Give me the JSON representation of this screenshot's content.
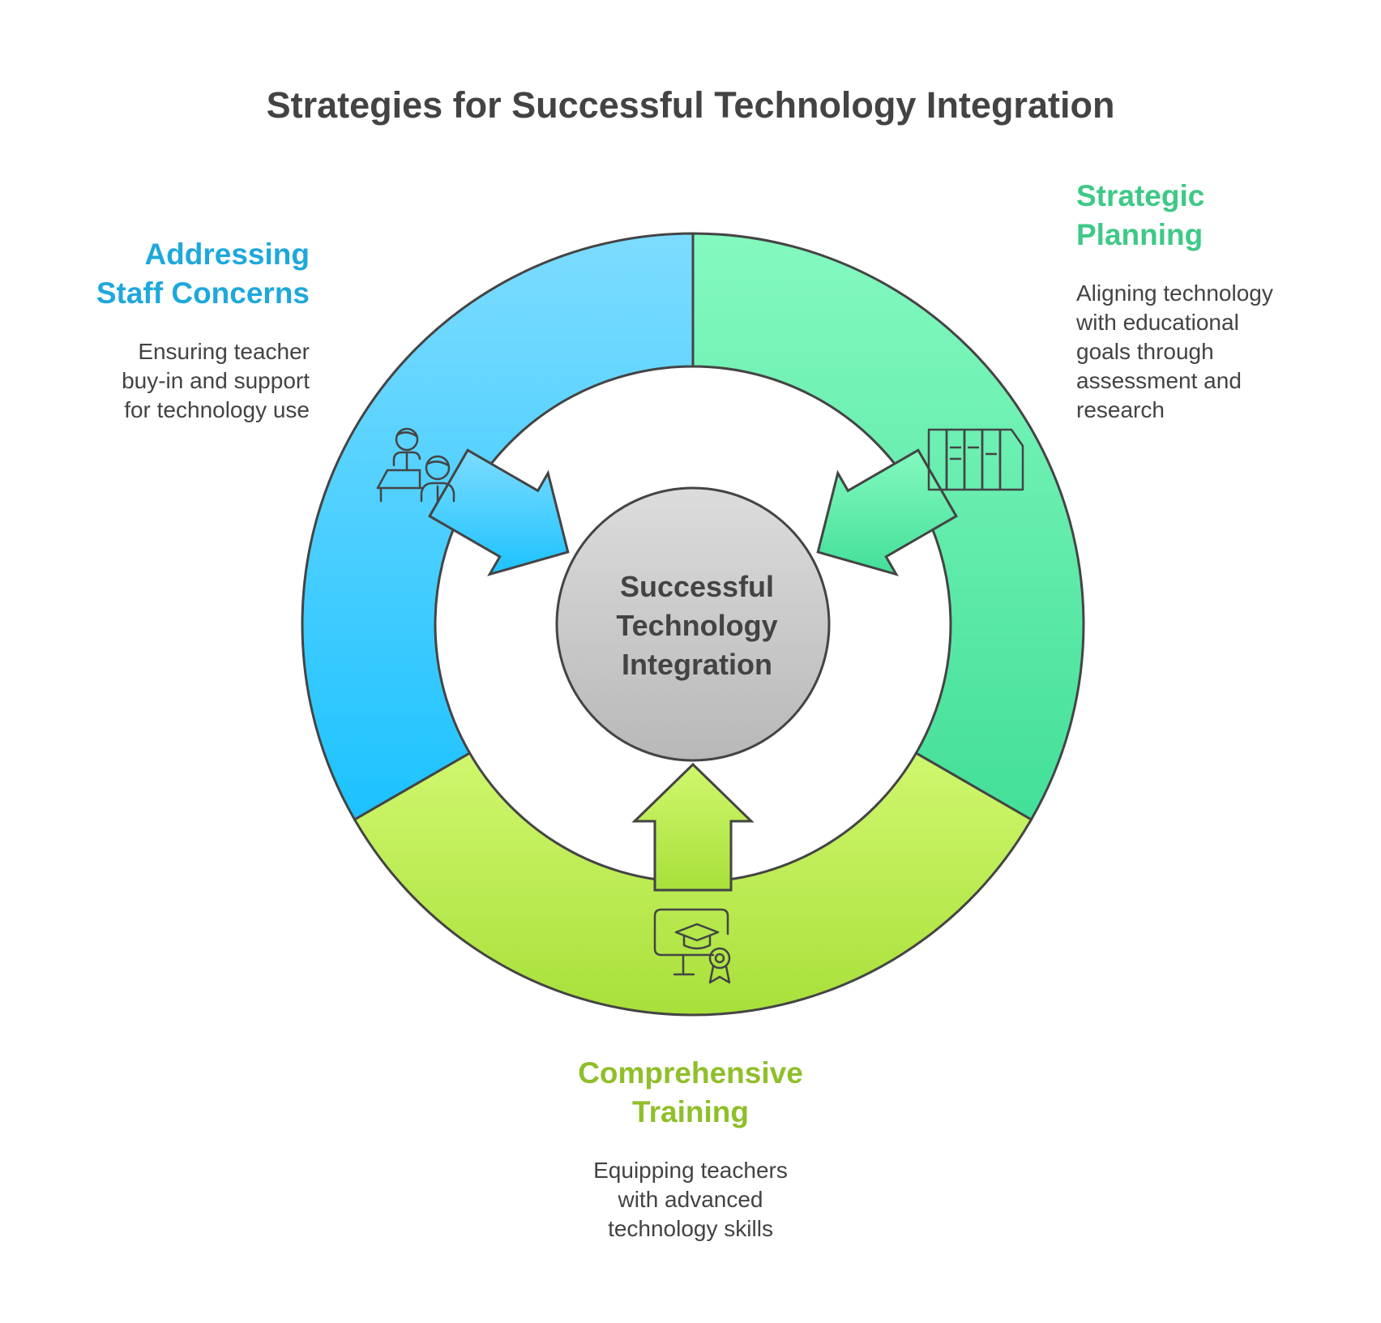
{
  "title": "Strategies for Successful Technology Integration",
  "center": {
    "lines": [
      "Successful",
      "Technology",
      "Integration"
    ]
  },
  "sections": {
    "addressing": {
      "title_lines": [
        "Addressing",
        "Staff Concerns"
      ],
      "description_lines": [
        "Ensuring teacher",
        "buy-in and support",
        "for technology use"
      ],
      "color": "#1ea8dc",
      "icon": "teacher-student-icon"
    },
    "strategic": {
      "title_lines": [
        "Strategic",
        "Planning"
      ],
      "description_lines": [
        "Aligning technology",
        "with educational",
        "goals through",
        "assessment and",
        "research"
      ],
      "color": "#3ec986",
      "icon": "books-icon"
    },
    "training": {
      "title_lines": [
        "Comprehensive",
        "Training"
      ],
      "description_lines": [
        "Equipping teachers",
        "with advanced",
        "technology skills"
      ],
      "color": "#8fbf2a",
      "icon": "online-certificate-icon"
    }
  },
  "colors": {
    "blue_top": "#7ddcff",
    "blue_bottom": "#1cc2ff",
    "green_top": "#84f9c0",
    "green_bottom": "#43df99",
    "lime_top": "#d0f76e",
    "lime_bottom": "#a8e03a",
    "center_top": "#dcdcdc",
    "center_bottom": "#b8b8b8",
    "stroke": "#444444"
  }
}
